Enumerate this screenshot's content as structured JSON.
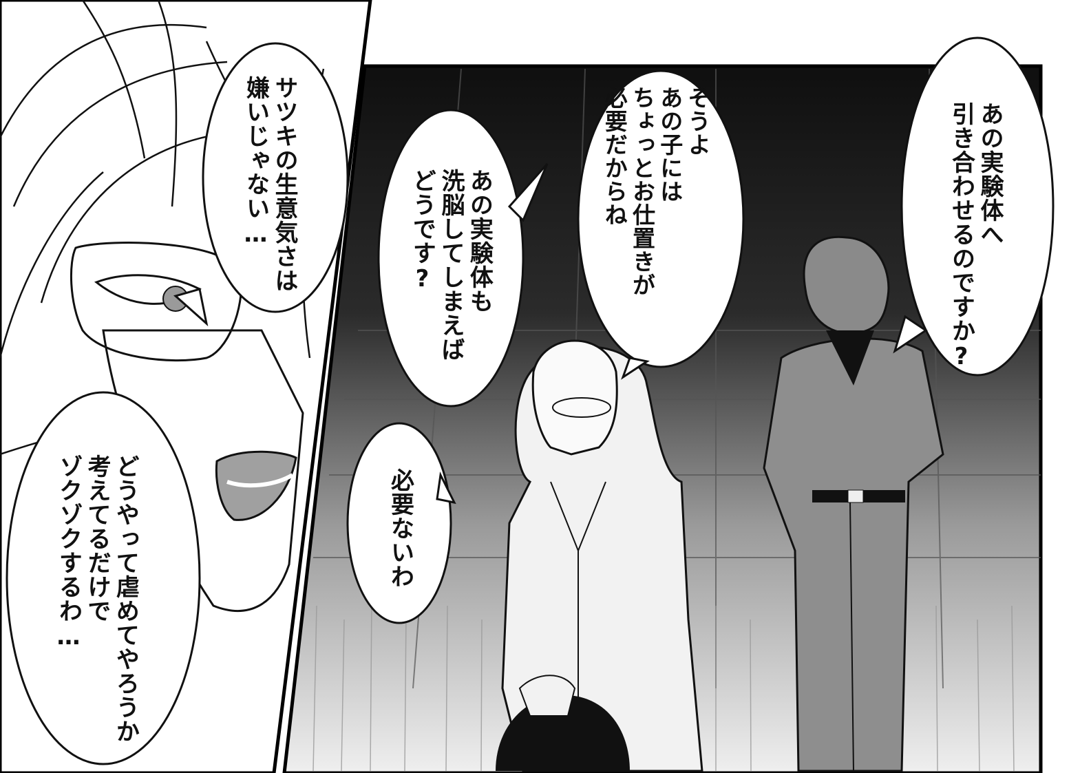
{
  "bubbles": [
    {
      "lines": [
        "サツキの生意気さは",
        "嫌いじゃない…"
      ]
    },
    {
      "lines": [
        "どうやって虐めてやろうか",
        "考えてるだけで",
        "ゾクゾクするわ…"
      ]
    },
    {
      "lines": [
        "あの実験体も",
        "洗脳してしまえば",
        "どうです?"
      ]
    },
    {
      "lines": [
        "そうよ",
        "あの子には",
        "ちょっとお仕置きが",
        "必要だからね"
      ]
    },
    {
      "lines": [
        "あの実験体へ",
        "引き合わせるのですか?"
      ]
    },
    {
      "lines": [
        "必要ないわ"
      ]
    }
  ],
  "colors": {
    "ink": "#111111",
    "paper": "#ffffff",
    "background_dark": "#1a1a1a",
    "background_light": "#e6e6e6",
    "uniform_gray": "#8e8e8e",
    "coat_white": "#f2f2f2"
  }
}
